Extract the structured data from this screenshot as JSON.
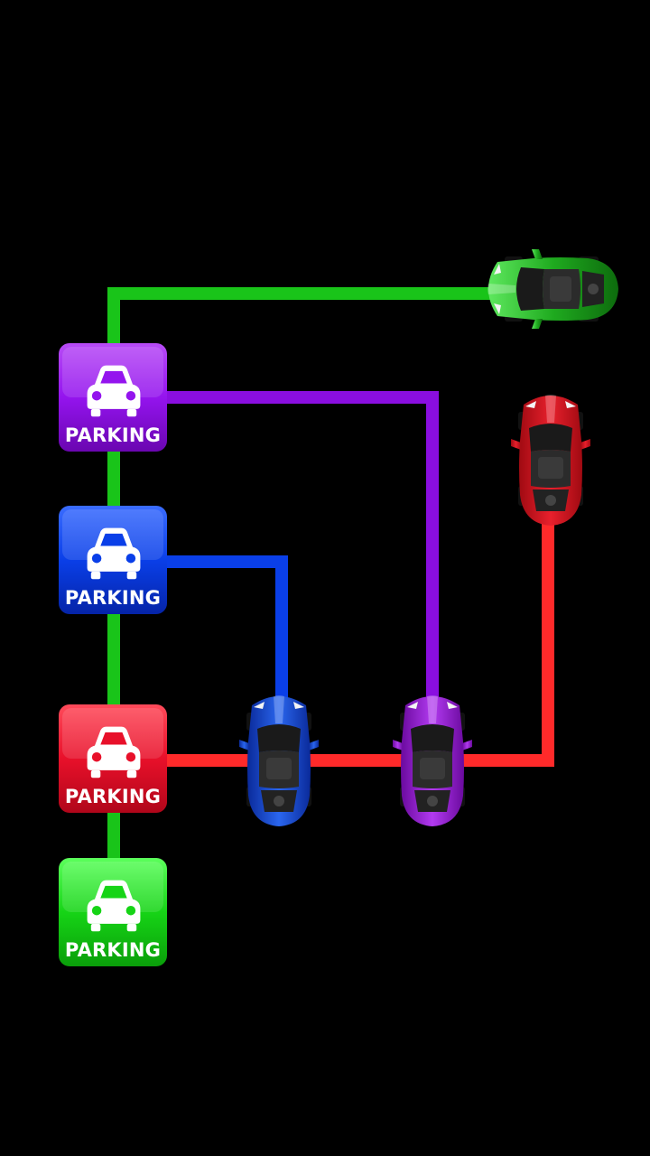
{
  "parking_label": "PARKING",
  "colors": {
    "background": "#000000",
    "green": "#19c419",
    "purple": "#8a0ee0",
    "blue": "#0a3fe8",
    "red": "#ff2a2a"
  },
  "parking_lots": [
    {
      "id": "purple",
      "color": "purple",
      "label": "PARKING"
    },
    {
      "id": "blue",
      "color": "blue",
      "label": "PARKING"
    },
    {
      "id": "red",
      "color": "red",
      "label": "PARKING"
    },
    {
      "id": "green",
      "color": "green",
      "label": "PARKING"
    }
  ],
  "cars": [
    {
      "id": "green",
      "color": "green",
      "heading": "left",
      "icon": "sports-car-icon"
    },
    {
      "id": "red",
      "color": "red",
      "heading": "up",
      "icon": "sports-car-icon"
    },
    {
      "id": "blue",
      "color": "blue",
      "heading": "up",
      "icon": "sports-car-icon"
    },
    {
      "id": "purple",
      "color": "purple",
      "heading": "up",
      "icon": "sports-car-icon"
    }
  ],
  "paths": [
    {
      "id": "green",
      "color": "green",
      "from": "green-car",
      "to": "green-parking"
    },
    {
      "id": "purple",
      "color": "purple",
      "from": "purple-car",
      "to": "purple-parking"
    },
    {
      "id": "blue",
      "color": "blue",
      "from": "blue-car",
      "to": "blue-parking"
    },
    {
      "id": "red",
      "color": "red",
      "from": "red-car",
      "to": "red-parking"
    }
  ]
}
